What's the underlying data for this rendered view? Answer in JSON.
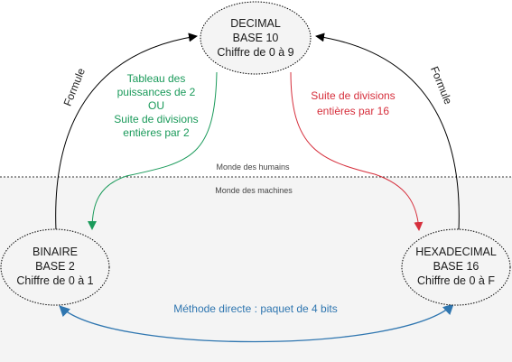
{
  "nodes": {
    "decimal": {
      "line1": "DECIMAL",
      "line2": "BASE 10",
      "line3": "Chiffre de 0 à 9"
    },
    "binary": {
      "line1": "BINAIRE",
      "line2": "BASE 2",
      "line3": "Chiffre de 0 à 1"
    },
    "hex": {
      "line1": "HEXADECIMAL",
      "line2": "BASE 16",
      "line3": "Chiffre de 0 à F"
    }
  },
  "edges": {
    "formula_left": "Formule",
    "formula_right": "Formule",
    "decimal_to_binary": {
      "line1": "Tableau des",
      "line2": "puissances de 2",
      "line3": "OU",
      "line4": "Suite de divisions",
      "line5": "entières par 2"
    },
    "decimal_to_hex": {
      "line1": "Suite de divisions",
      "line2": "entières par 16"
    },
    "binary_hex": "Méthode directe : paquet de 4 bits"
  },
  "zones": {
    "humans": "Monde des humains",
    "machines": "Monde des machines"
  },
  "colors": {
    "green": "#1a9a5a",
    "red": "#d62f3c",
    "blue": "#2f76b0",
    "machine_zone": "#f4f4f4"
  }
}
